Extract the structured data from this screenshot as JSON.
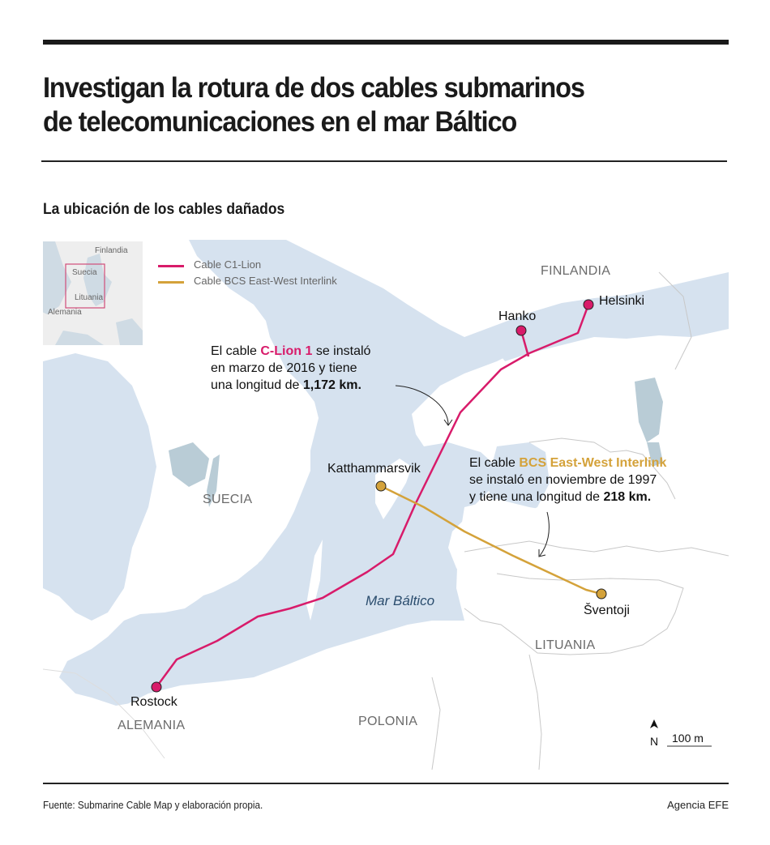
{
  "header": {
    "title_line1": "Investigan la rotura de dos cables submarinos",
    "title_line2": "de telecomunicaciones en el mar Báltico",
    "subtitle": "La ubicación de los cables dañados"
  },
  "colors": {
    "c1_lion": "#d81b6a",
    "bcs": "#d4a23a",
    "sea": "#d6e2ef",
    "lake": "#b9ccd6",
    "land": "#ffffff",
    "border": "#c8c8c8"
  },
  "legend": {
    "items": [
      {
        "label": "Cable C1-Lion",
        "color": "#d81b6a"
      },
      {
        "label": "Cable  BCS East-West Interlink",
        "color": "#d4a23a"
      }
    ]
  },
  "inset_map": {
    "labels": [
      "Finlandia",
      "Suecia",
      "Lituania",
      "Alemania"
    ]
  },
  "map": {
    "countries": [
      "FINLANDIA",
      "SUECIA",
      "LITUANIA",
      "ALEMANIA",
      "POLONIA"
    ],
    "sea": "Mar Báltico",
    "cities": {
      "helsinki": "Helsinki",
      "hanko": "Hanko",
      "katthammarsvik": "Katthammarsvik",
      "sventoji": "Šventoji",
      "rostock": "Rostock"
    },
    "scale": {
      "north": "N",
      "label": "100 m"
    }
  },
  "annotations": {
    "c_lion": {
      "pre": "El cable ",
      "name": "C-Lion 1",
      "post": " se instaló",
      "line2": "en marzo de 2016 y tiene",
      "line3_pre": "una longitud de ",
      "length": "1,172 km."
    },
    "bcs": {
      "pre": "El cable ",
      "name": "BCS East-West Interlink",
      "line2": "se instaló en noviembre de 1997",
      "line3_pre": "y tiene una longitud de ",
      "length": "218 km."
    }
  },
  "footer": {
    "source": "Fuente: Submarine Cable Map y elaboración propia.",
    "credit": "Agencia EFE"
  }
}
